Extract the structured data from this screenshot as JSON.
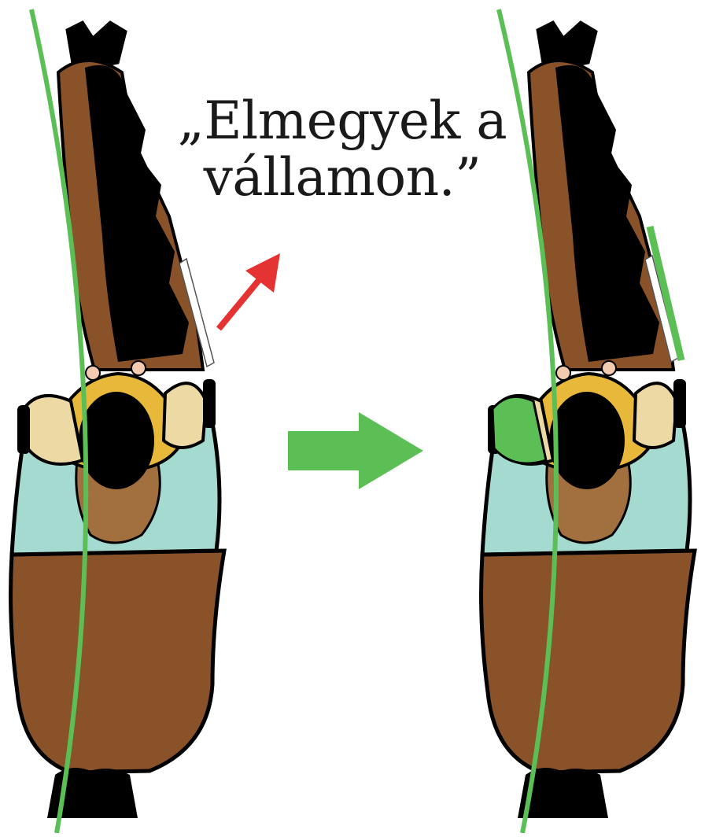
{
  "caption": {
    "line1": "„Elmegyek a",
    "line2": "vállamon.”"
  },
  "colors": {
    "horse_brown": "#8a5228",
    "horse_dark": "#000000",
    "saddle_pad": "#a4dad0",
    "rider_jacket": "#e8b83a",
    "rider_hands": "#ecd9a4",
    "rider_back": "#a2703f",
    "bend_line": "#5cbf56",
    "arrow_red": "#e53232",
    "arrow_green": "#5cbf56"
  },
  "icons": {
    "left": "horse-and-rider-top-view",
    "right": "horse-and-rider-top-view-corrected",
    "center": "arrow-right-icon",
    "indicator": "arrow-up-right-icon"
  }
}
